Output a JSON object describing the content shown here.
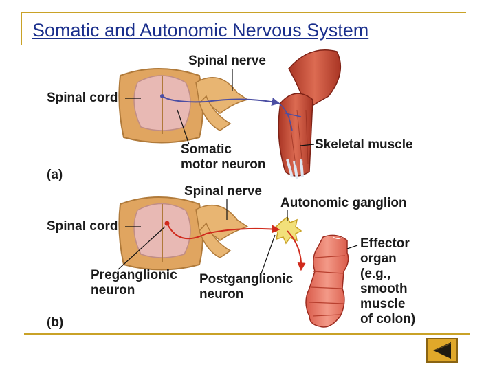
{
  "title": "Somatic and Autonomic Nervous System",
  "diagram": {
    "panel_a": {
      "tag": "(a)",
      "spinal_cord": "Spinal cord",
      "spinal_nerve": "Spinal nerve",
      "somatic_motor_neuron": "Somatic\nmotor neuron",
      "skeletal_muscle": "Skeletal muscle"
    },
    "panel_b": {
      "tag": "(b)",
      "spinal_cord": "Spinal cord",
      "spinal_nerve": "Spinal nerve",
      "autonomic_ganglion": "Autonomic ganglion",
      "preganglionic_neuron": "Preganglionic\nneuron",
      "postganglionic_neuron": "Postganglionic\nneuron",
      "effector_organ": "Effector\norgan\n(e.g.,\nsmooth\nmuscle\nof colon)"
    },
    "colors": {
      "somatic_neuron": "#4b4ea3",
      "autonomic_neuron": "#d02a1c",
      "nerve": "#e8b572",
      "gray_matter": "#e8b9b4",
      "muscle": "#c8503a",
      "ganglion": "#f2e07a"
    }
  },
  "nav": {
    "back_icon": "triangle-left-icon"
  }
}
